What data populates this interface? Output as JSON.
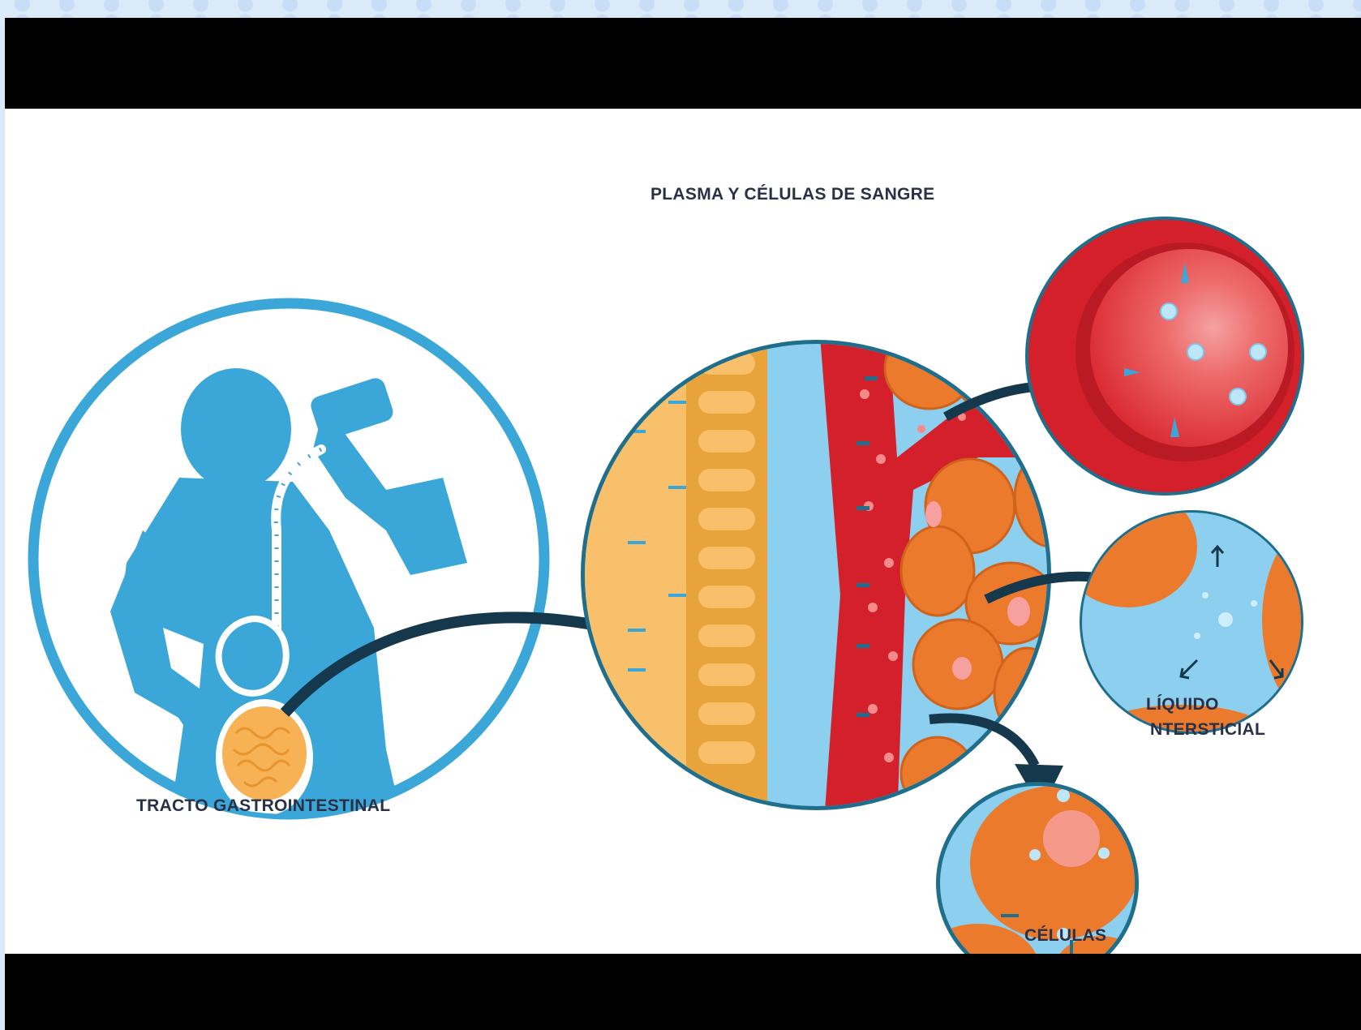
{
  "labels": {
    "gi_tract": "TRACTO GASTROINTESTINAL",
    "plasma": "PLASMA Y CÉLULAS DE SANGRE",
    "liquid_line1": "LÍQUIDO",
    "liquid_line2": "NTERSTICIAL",
    "cells": "CÉLULAS"
  },
  "colors": {
    "ring_blue": "#3aa7d8",
    "ring_dark": "#1e6e8c",
    "body_blue": "#3aa7d8",
    "intestine": "#f6b254",
    "plasma_orange": "#f8c06a",
    "villi": "#e9a33b",
    "vessel_red": "#d3202b",
    "cell_orange": "#ec7a2c",
    "interstitial_blue": "#8ccfee",
    "arrow_navy": "#15384d"
  }
}
